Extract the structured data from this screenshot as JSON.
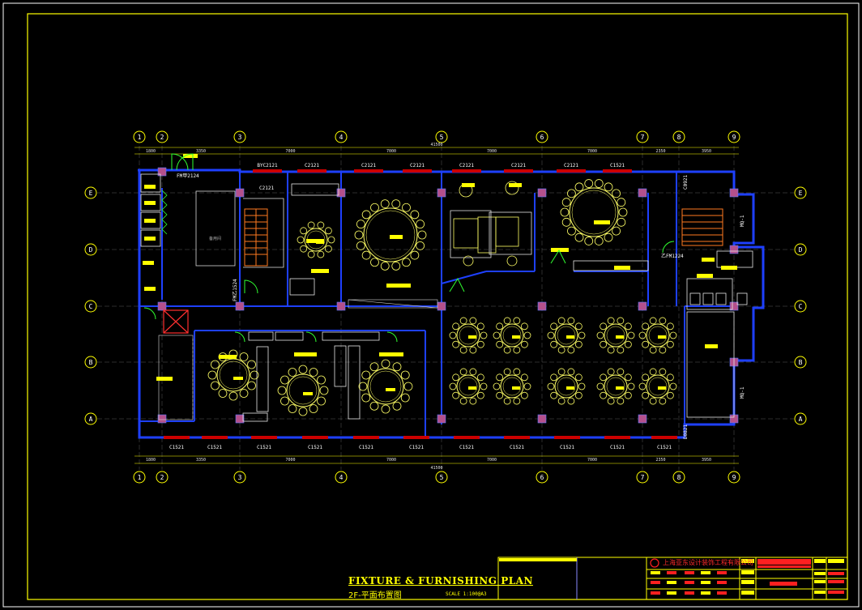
{
  "drawing": {
    "title": "FIXTURE & FURNISHING PLAN",
    "subtitle": "2F-平面布置图",
    "scale": "SCALE 1:100@A3",
    "company": "上海亚东设计装饰工程有限公司"
  },
  "grid": {
    "columns": [
      "1",
      "2",
      "3",
      "4",
      "5",
      "6",
      "7",
      "8",
      "9"
    ],
    "rows": [
      "E",
      "D",
      "C",
      "B",
      "A"
    ]
  },
  "dimensions": {
    "top": [
      "1800",
      "3350",
      "7000",
      "7000",
      "7000",
      "7000",
      "2350",
      "3950"
    ],
    "overall": "41500",
    "bottom": [
      "1800",
      "3350",
      "7000",
      "7000",
      "7000",
      "7000",
      "2350",
      "3950"
    ]
  },
  "window_labels_top": [
    "BYC2121",
    "C2121",
    "C2121",
    "C2121",
    "C2121",
    "C2121",
    "C2121",
    "C1521"
  ],
  "window_labels_bottom": [
    "C1521",
    "C1521",
    "C1521",
    "C1521",
    "C1521",
    "C1521",
    "C1521",
    "C1521",
    "C1521",
    "C1521",
    "C1521"
  ],
  "door_labels": {
    "fm_top": "FM甲2124",
    "fm_side": "FM乙1524",
    "fm_right": "乙FM1224",
    "c_right": "C0921",
    "c_right_bottom": "D0821",
    "c_inner": "C2121",
    "mq1": "MQ-1",
    "mq2": "MQ-1"
  },
  "room_labels": {
    "store": "备用间"
  }
}
